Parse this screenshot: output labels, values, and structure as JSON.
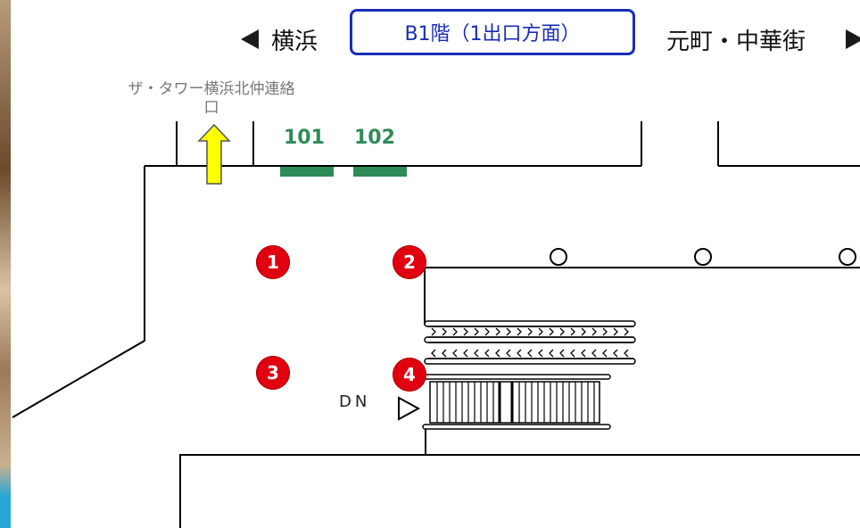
{
  "header": {
    "left_station": "横浜",
    "floor_label": "B1階（1出口方面）",
    "right_station": "元町・中華街"
  },
  "connection": {
    "label": "ザ・タワー横浜北仲連絡口",
    "label_line1": "ザ・タワー横浜北仲連絡",
    "label_line2": "口"
  },
  "exits": [
    {
      "number": "101",
      "color": "#2e8b57"
    },
    {
      "number": "102",
      "color": "#2e8b57"
    }
  ],
  "markers": [
    {
      "label": "1"
    },
    {
      "label": "2"
    },
    {
      "label": "3"
    },
    {
      "label": "4"
    }
  ],
  "stairs": {
    "direction_label": "DN"
  },
  "colors": {
    "marker_red": "#e0000f",
    "floor_box_blue": "#1a2db8",
    "exit_green": "#2e8b57",
    "connection_arrow_yellow": "#ffff00"
  },
  "icons": {
    "left_arrow": "triangle-left-icon",
    "right_arrow": "triangle-right-icon",
    "connection_arrow": "arrow-up-icon",
    "stairs_direction": "triangle-right-outline-icon",
    "pillar": "circle-outline-icon"
  }
}
